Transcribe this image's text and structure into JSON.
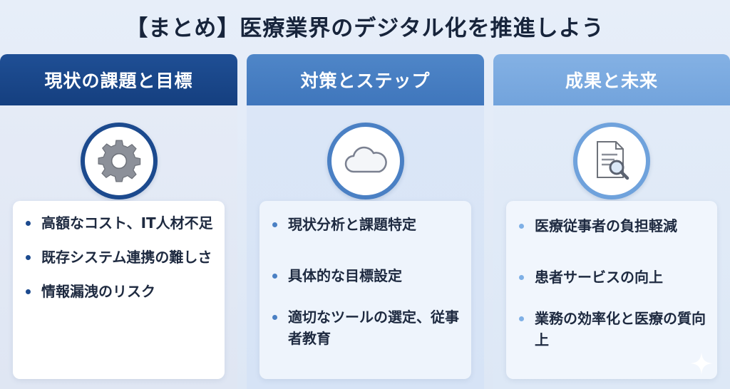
{
  "title": "【まとめ】医療業界のデジタル化を推進しよう",
  "columns": [
    {
      "header": "現状の課題と目標",
      "icon": "gear-icon",
      "items": [
        "高額なコスト、IT人材不足",
        "既存システム連携の難しさ",
        "情報漏洩のリスク"
      ]
    },
    {
      "header": "対策とステップ",
      "icon": "cloud-icon",
      "items": [
        "現状分析と課題特定",
        "具体的な目標設定",
        "適切なツールの選定、従事者教育"
      ]
    },
    {
      "header": "成果と未来",
      "icon": "document-search-icon",
      "items": [
        "医療従事者の負担軽減",
        "患者サービスの向上",
        "業務の効率化と医療の質向上"
      ]
    }
  ],
  "colors": {
    "column1_accent": "#1c4a8e",
    "column2_accent": "#4a80c4",
    "column3_accent": "#72a3dc",
    "title_text": "#17243b"
  }
}
